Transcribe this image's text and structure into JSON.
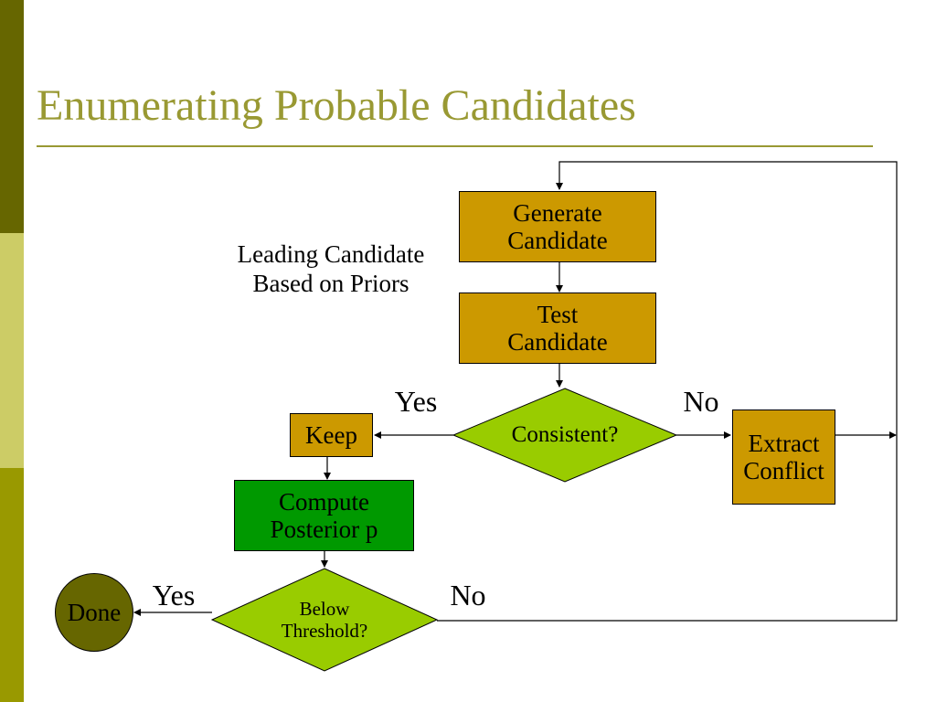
{
  "slide": {
    "title": "Enumerating Probable Candidates"
  },
  "diagram": {
    "note": "Leading Candidate\nBased on Priors",
    "nodes": {
      "generate": "Generate\nCandidate",
      "test": "Test\nCandidate",
      "consistent": "Consistent?",
      "keep": "Keep",
      "extract": "Extract\nConflict",
      "compute": "Compute\nPosterior p",
      "threshold": "Below\nThreshold?",
      "done": "Done"
    },
    "edge_labels": {
      "consistent_yes": "Yes",
      "consistent_no": "No",
      "threshold_yes": "Yes",
      "threshold_no": "No"
    }
  },
  "colors": {
    "band_dark": "#666600",
    "band_light": "#cccc66",
    "band_mid": "#999900",
    "title": "#999933",
    "process_box": "#cc9900",
    "compute_box": "#009900",
    "decision": "#99cc00",
    "done_circle": "#666600"
  }
}
